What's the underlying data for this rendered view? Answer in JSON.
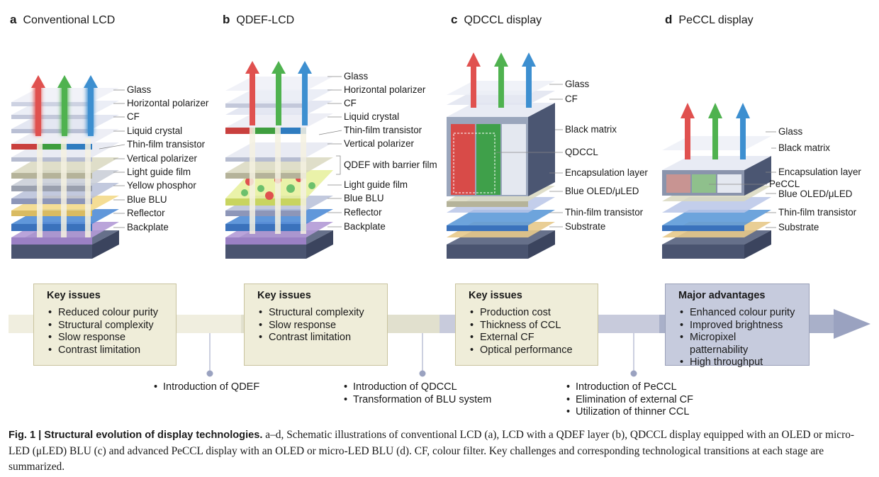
{
  "panels": [
    {
      "letter": "a",
      "title": "Conventional LCD",
      "labels": [
        "Glass",
        "Horizontal polarizer",
        "CF",
        "Liquid crystal",
        "Thin-film transistor",
        "Vertical polarizer",
        "Light guide film",
        "Yellow phosphor",
        "Blue BLU",
        "Reflector",
        "Backplate"
      ]
    },
    {
      "letter": "b",
      "title": "QDEF-LCD",
      "labels": [
        "Glass",
        "Horizontal polarizer",
        "CF",
        "Liquid crystal",
        "Thin-film transistor",
        "Vertical polarizer",
        "QDEF with barrier film",
        "Light guide film",
        "Blue BLU",
        "Reflector",
        "Backplate"
      ]
    },
    {
      "letter": "c",
      "title": "QDCCL display",
      "labels": [
        "Glass",
        "CF",
        "Black matrix",
        "QDCCL",
        "Encapsulation layer",
        "Blue OLED/μLED",
        "Thin-film transistor",
        "Substrate"
      ]
    },
    {
      "letter": "d",
      "title": "PeCCL display",
      "labels": [
        "Glass",
        "Black matrix",
        "Encapsulation layer",
        "PeCCL",
        "Blue OLED/μLED",
        "Thin-film transistor",
        "Substrate"
      ]
    }
  ],
  "boxes": [
    {
      "heading": "Key issues",
      "items": [
        "Reduced colour purity",
        "Structural complexity",
        "Slow response",
        "Contrast limitation"
      ]
    },
    {
      "heading": "Key issues",
      "items": [
        "Structural complexity",
        "Slow response",
        "Contrast limitation"
      ]
    },
    {
      "heading": "Key issues",
      "items": [
        "Production cost",
        "Thickness of CCL",
        "External CF",
        "Optical performance"
      ]
    },
    {
      "heading": "Major advantages",
      "items": [
        "Enhanced colour purity",
        "Improved brightness",
        "Micropixel patternability",
        "High throughput"
      ]
    }
  ],
  "transitions": [
    {
      "items": [
        "Introduction of QDEF"
      ]
    },
    {
      "items": [
        "Introduction of QDCCL",
        "Transformation of BLU system"
      ]
    },
    {
      "items": [
        "Introduction of PeCCL",
        "Elimination of external CF",
        "Utilization of thinner CCL"
      ]
    }
  ],
  "caption": {
    "bold": "Fig. 1 | Structural evolution of display technologies.",
    "text": " a–d, Schematic illustrations of conventional LCD (a), LCD with a QDEF layer (b), QDCCL display equipped with an OLED or micro-LED (μLED) BLU (c) and advanced PeCCL display with an OLED or micro-LED BLU (d). CF, colour filter. Key challenges and corresponding technological transitions at each stage are summarized."
  },
  "colors": {
    "red": "#e0514f",
    "green": "#4fb24f",
    "blue": "#3d8fd0",
    "box": "#efedd9",
    "advbox": "#c6cbdd",
    "arrow": "#9aa2c0"
  }
}
